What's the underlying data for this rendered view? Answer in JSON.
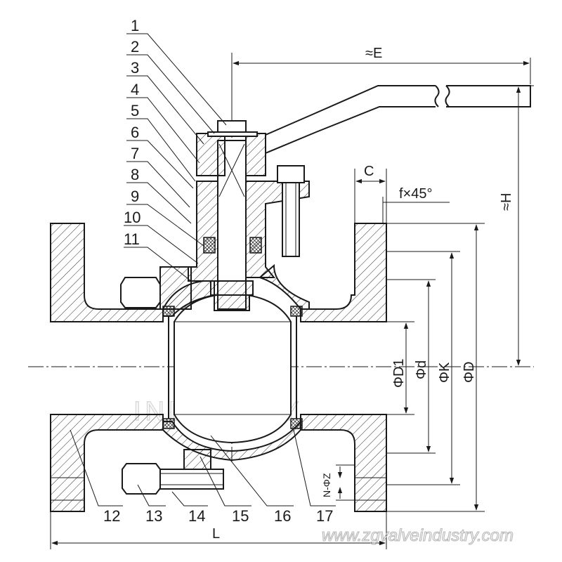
{
  "part_numbers": [
    "1",
    "2",
    "3",
    "4",
    "5",
    "6",
    "7",
    "8",
    "9",
    "10",
    "11",
    "12",
    "13",
    "14",
    "15",
    "16",
    "17"
  ],
  "dimensions": {
    "E": "≈E",
    "H": "≈H",
    "C": "C",
    "chamfer": "f×45°",
    "D1": "ΦD1",
    "d": "Φd",
    "K": "ΦK",
    "D": "ΦD",
    "L": "L",
    "bolt_holes": "N-ΦZ"
  },
  "watermark": {
    "text": "INDUSTRY",
    "url": "www.zgvalveindustry.com"
  }
}
